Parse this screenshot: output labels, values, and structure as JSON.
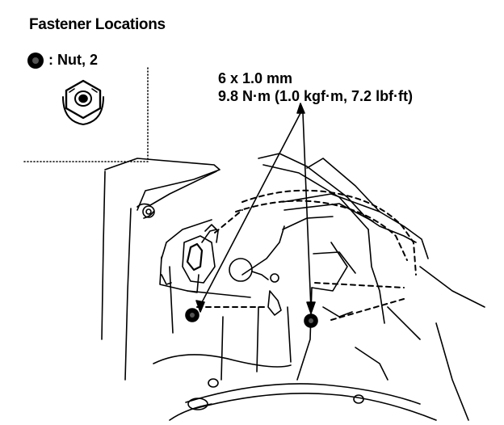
{
  "header": {
    "title": "Fastener Locations"
  },
  "legend": {
    "symbol_icon": "nut-marker-icon",
    "label": ": Nut, 2"
  },
  "callout": {
    "size": "6 x 1.0 mm",
    "torque": "9.8 N·m (1.0 kgf·m, 7.2 lbf·ft)"
  },
  "icons": [
    "flange-nut-icon",
    "nut-marker-icon"
  ],
  "colors": {
    "ink": "#000000",
    "paper": "#ffffff"
  }
}
